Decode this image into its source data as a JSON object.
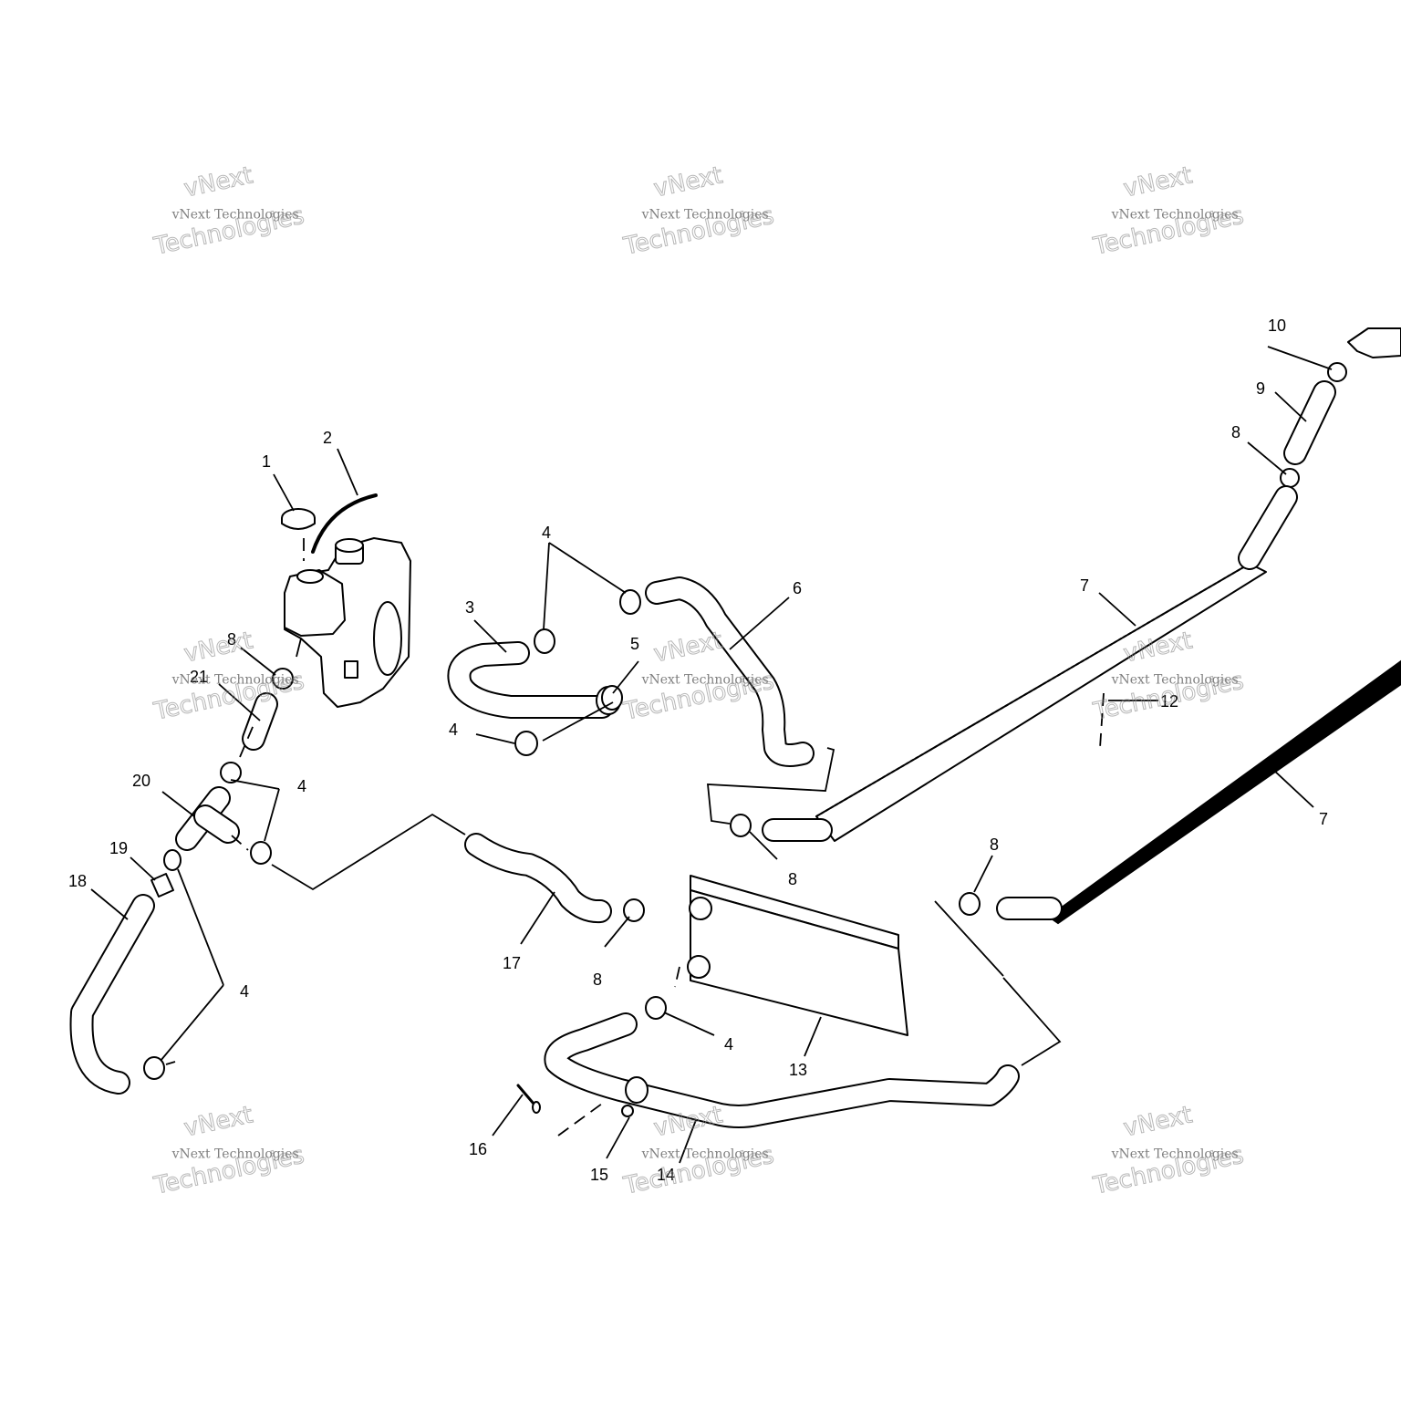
{
  "callouts": {
    "c1": "1",
    "c2": "2",
    "c3": "3",
    "c4a": "4",
    "c4b": "4",
    "c4c": "4",
    "c4d": "4",
    "c4e": "4",
    "c5": "5",
    "c6": "6",
    "c7a": "7",
    "c7b": "7",
    "c8a": "8",
    "c8b": "8",
    "c8c": "8",
    "c8d": "8",
    "c8e": "8",
    "c9": "9",
    "c10": "10",
    "c12": "12",
    "c13": "13",
    "c14": "14",
    "c15": "15",
    "c16": "16",
    "c17": "17",
    "c18": "18",
    "c19": "19",
    "c20": "20",
    "c21": "21"
  },
  "watermark": {
    "line1": "vNext",
    "line2": "vNext Technologies",
    "line3": "Technologies"
  }
}
